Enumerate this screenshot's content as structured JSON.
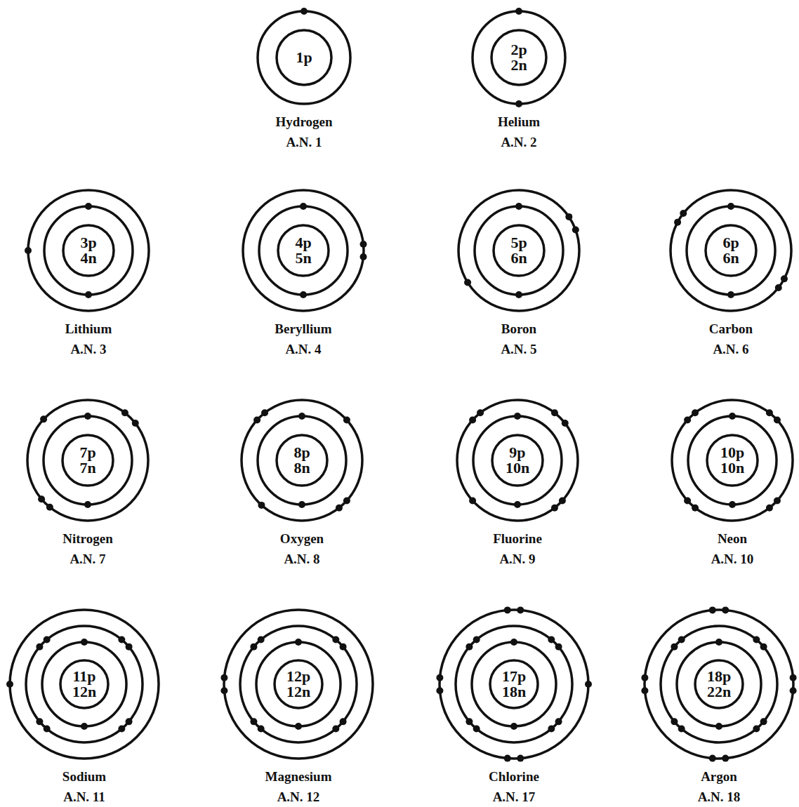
{
  "diagram": {
    "nodes": [
      {
        "text": [
          "Hydrogen",
          "A.N. 1"
        ]
      },
      {
        "text": [
          "1p"
        ],
        "in": 0
      },
      {
        "text": [
          "Helium",
          "A.N. 2"
        ]
      },
      {
        "text": [
          "2p 2n"
        ],
        "in": 2
      },
      {
        "text": [
          "Lithium",
          "A.N. 3"
        ]
      },
      {
        "text": [
          "3p 4n"
        ],
        "in": 4
      },
      {
        "text": [
          "Beryllium",
          "A.N. 4"
        ]
      },
      {
        "text": [
          "4p 5n"
        ],
        "in": 6
      },
      {
        "text": [
          "Boron",
          "A.N. 5"
        ]
      },
      {
        "text": [
          "5p 6n"
        ],
        "in": 8
      },
      {
        "text": [
          "Carbon",
          "A.N. 6"
        ]
      },
      {
        "text": [
          "6p 6n"
        ],
        "in": 10
      },
      {
        "text": [
          "Nitrogen",
          "A.N. 7"
        ]
      },
      {
        "text": [
          "7p 7n"
        ],
        "in": 12
      },
      {
        "text": [
          "Oxygen",
          "A.N. 8"
        ]
      },
      {
        "text": [
          "8p 8n"
        ],
        "in": 14
      },
      {
        "text": [
          "Fluorine",
          "A.N. 9"
        ]
      },
      {
        "text": [
          "9p 10n"
        ],
        "in": 16
      },
      {
        "text": [
          "Neon",
          "A.N. 10"
        ]
      },
      {
        "text": [
          "10p 10n"
        ],
        "in": 18
      },
      {
        "text": [
          "Sodium",
          "A.N. 11"
        ]
      },
      {
        "text": [
          "11p 12n"
        ],
        "in": 20
      },
      {
        "text": [
          "Magnesium",
          "A.N. 12"
        ]
      },
      {
        "text": [
          "12p 12n"
        ],
        "in": 22
      },
      {
        "text": [
          "Chlorine",
          "A.N. 17"
        ]
      },
      {
        "text": [
          "17p 18n"
        ],
        "in": 24
      },
      {
        "text": [
          "Argon",
          "A.N. 18"
        ]
      },
      {
        "text": [
          "18p 22n"
        ],
        "in": 26
      }
    ]
  }
}
